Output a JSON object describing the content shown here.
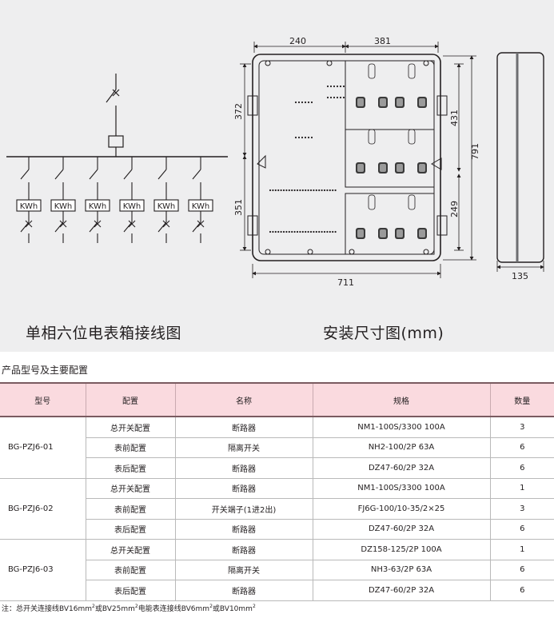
{
  "diagram": {
    "left_caption": "单相六位电表箱接线图",
    "right_caption": "安装尺寸图(mm)",
    "meter_label": "KWh",
    "dimensions": {
      "top_left": "240",
      "top_right": "381",
      "left_upper": "372",
      "left_lower": "351",
      "right_upper": "431",
      "right_lower": "249",
      "overall_height": "791",
      "overall_width": "711",
      "depth": "135"
    }
  },
  "table": {
    "section_title": "产品型号及主要配置",
    "headers": [
      "型号",
      "配置",
      "名称",
      "规格",
      "数量"
    ],
    "groups": [
      {
        "model": "BG-PZJ6-01",
        "rows": [
          {
            "config": "总开关配置",
            "name": "断路器",
            "spec": "NM1-100S/3300  100A",
            "qty": "3"
          },
          {
            "config": "表前配置",
            "name": "隔离开关",
            "spec": "NH2-100/2P  63A",
            "qty": "6"
          },
          {
            "config": "表后配置",
            "name": "断路器",
            "spec": "DZ47-60/2P  32A",
            "qty": "6"
          }
        ]
      },
      {
        "model": "BG-PZJ6-02",
        "rows": [
          {
            "config": "总开关配置",
            "name": "断路器",
            "spec": "NM1-100S/3300  100A",
            "qty": "1"
          },
          {
            "config": "表前配置",
            "name": "开关端子(1进2出)",
            "spec": "FJ6G-100/10-35/2×25",
            "qty": "3"
          },
          {
            "config": "表后配置",
            "name": "断路器",
            "spec": "DZ47-60/2P  32A",
            "qty": "6"
          }
        ]
      },
      {
        "model": "BG-PZJ6-03",
        "rows": [
          {
            "config": "总开关配置",
            "name": "断路器",
            "spec": "DZ158-125/2P  100A",
            "qty": "1"
          },
          {
            "config": "表前配置",
            "name": "隔离开关",
            "spec": "NH3-63/2P  63A",
            "qty": "6"
          },
          {
            "config": "表后配置",
            "name": "断路器",
            "spec": "DZ47-60/2P  32A",
            "qty": "6"
          }
        ]
      }
    ]
  },
  "footnote": {
    "prefix": "注：总开关连接线BV16mm",
    "sup1": "2",
    "mid1": "或BV25mm",
    "sup2": "2",
    "mid2": "电能表连接线BV6mm",
    "sup3": "2",
    "mid3": "或BV10mm",
    "sup4": "2"
  },
  "colors": {
    "figure_bg": "#eeeeef",
    "header_bg": "#fadadf",
    "line": "#231f20"
  }
}
